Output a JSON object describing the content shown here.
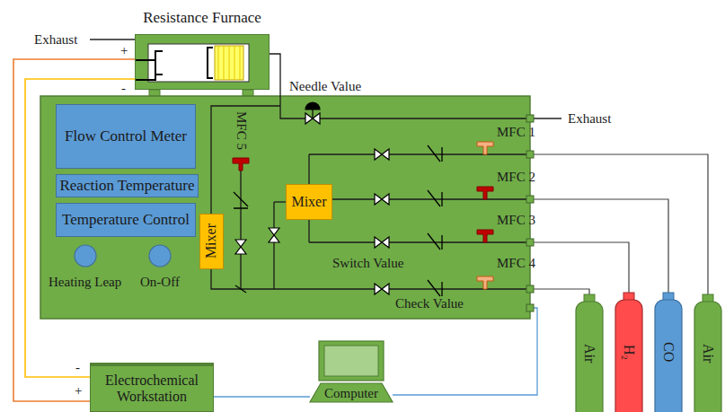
{
  "diagram": {
    "nodes": [
      {
        "text": [
          "Resistance Furnace"
        ]
      },
      {
        "text": [
          "Flow Control Meter"
        ]
      },
      {
        "text": [
          "Reaction Temperature"
        ]
      },
      {
        "text": [
          "Temperature Control"
        ]
      },
      {
        "text": [
          "Mixer"
        ]
      },
      {
        "text": [
          "Mixer"
        ]
      },
      {
        "text": [
          "Air"
        ]
      },
      {
        "text": [
          "H₂"
        ]
      },
      {
        "text": [
          "CO"
        ]
      },
      {
        "text": [
          "Air"
        ]
      },
      {
        "text": [
          "Electrochemical Workstation"
        ]
      },
      {
        "text": [
          "Computer"
        ]
      }
    ],
    "edges": [
      {
        "from": 10,
        "to": 0,
        "arrow": "none"
      },
      {
        "from": 10,
        "to": 0,
        "arrow": "none"
      },
      {
        "from": 10,
        "to": 11,
        "arrow": "none"
      }
    ],
    "labels": [
      "Exhaust",
      "+",
      "-",
      "Needle Value",
      "Exhaust",
      "MFC 1",
      "MFC 5",
      "MFC 2",
      "MFC 3",
      "Switch Value",
      "MFC 4",
      "Heating Leap",
      "On-Off",
      "Check Value",
      "-",
      "+"
    ]
  }
}
